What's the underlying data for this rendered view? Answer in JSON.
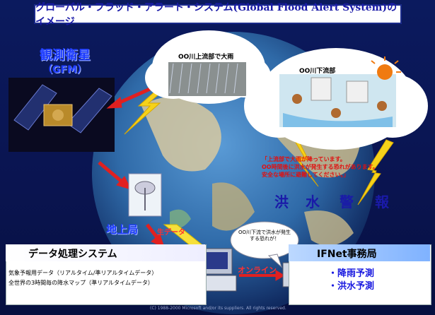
{
  "title": "グローバル・フラッド・アラート・システム(Global Flood Alert System)のイメージ",
  "satellite": {
    "name": "観測衛星",
    "abbr": "（GFM）"
  },
  "cloud1": {
    "label": "OO川上流部で大雨"
  },
  "cloud2": {
    "label": "OO川下流部"
  },
  "warning": [
    "「上流部で大雨が降っています。",
    "OO時間後に洪水が発生する恐れがあります。",
    "安全な場所に避難してください。」"
  ],
  "flood_warning_chars": [
    "洪",
    "水",
    "警",
    "報"
  ],
  "ground_station": "地上局",
  "raw_data": "生データ",
  "data_system": {
    "title": "データ処理システム",
    "line1": "気象予報用データ（リアルタイム/準リアルタイムデータ）",
    "line2": "全世界の3時間毎の降水マップ（準リアルタイムデータ）"
  },
  "online": "オンライン",
  "bubble": "OO川下流で洪水が発生する恐れが！",
  "ifnet": {
    "title": "IFNet事務局",
    "items": [
      "・降雨予測",
      "・洪水予測"
    ]
  },
  "copyright": "(C) 1988-2000 Microsoft and/or its suppliers. All rights reserved."
}
